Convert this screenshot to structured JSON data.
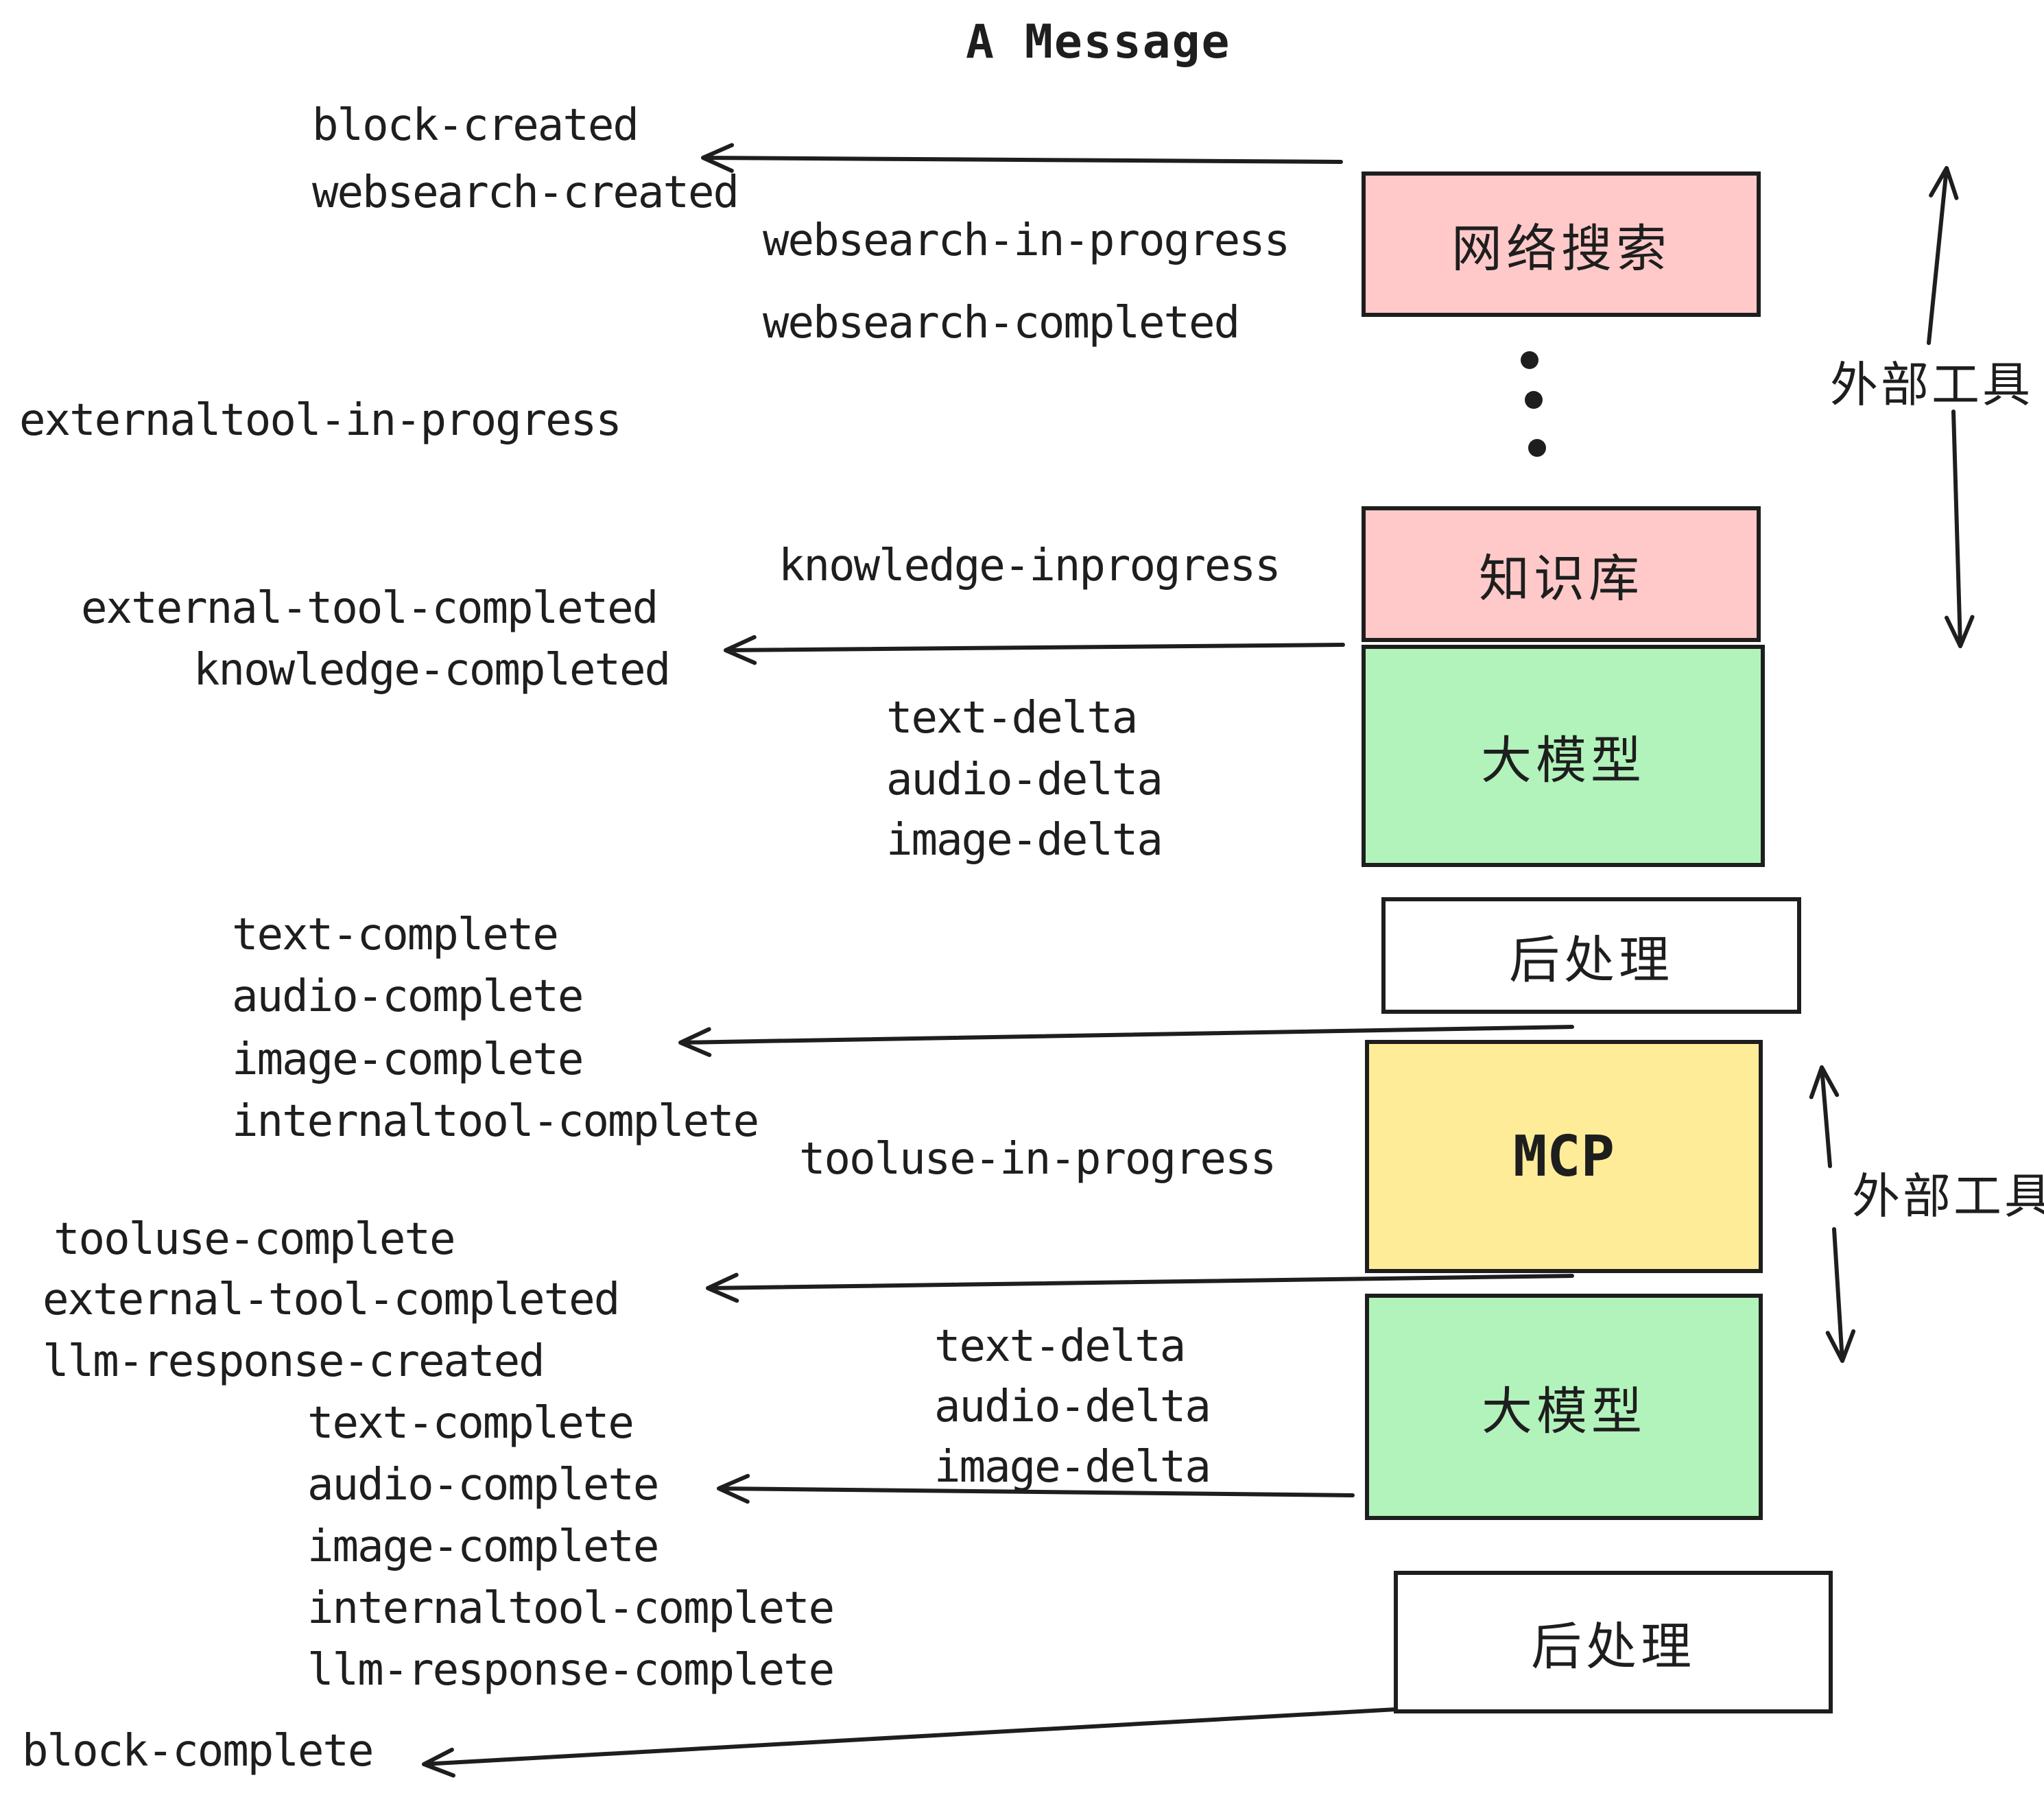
{
  "title": "A Message",
  "labels": {
    "block_created": "block-created",
    "websearch_created": "websearch-created",
    "websearch_in_progress": "websearch-in-progress",
    "websearch_completed": "websearch-completed",
    "externaltool_in_progress": "externaltool-in-progress",
    "knowledge_inprogress": "knowledge-inprogress",
    "external_tool_completed": "external-tool-completed",
    "knowledge_completed": "knowledge-completed",
    "text_delta": "text-delta",
    "audio_delta": "audio-delta",
    "image_delta": "image-delta",
    "text_complete": "text-complete",
    "audio_complete": "audio-complete",
    "image_complete": "image-complete",
    "internaltool_complete": "internaltool-complete",
    "tooluse_in_progress": "tooluse-in-progress",
    "tooluse_complete": "tooluse-complete",
    "llm_response_created": "llm-response-created",
    "llm_response_complete": "llm-response-complete",
    "block_complete": "block-complete"
  },
  "boxes": {
    "websearch": {
      "label": "网络搜索",
      "fill": "#ffc9c9"
    },
    "knowledge": {
      "label": "知识库",
      "fill": "#ffc9c9"
    },
    "llm1": {
      "label": "大模型",
      "fill": "#b2f2bb"
    },
    "postprocess1": {
      "label": "后处理",
      "fill": "#ffffff"
    },
    "mcp": {
      "label": "MCP",
      "fill": "#ffec99"
    },
    "llm2": {
      "label": "大模型",
      "fill": "#b2f2bb"
    },
    "postprocess2": {
      "label": "后处理",
      "fill": "#ffffff"
    }
  },
  "side_labels": {
    "external_tools_top": "外部工具",
    "external_tools_mid": "外部工具"
  },
  "colors": {
    "ink": "#1e1e1e",
    "pink": "#ffc9c9",
    "green": "#b2f2bb",
    "yellow": "#ffec99",
    "white": "#ffffff"
  }
}
